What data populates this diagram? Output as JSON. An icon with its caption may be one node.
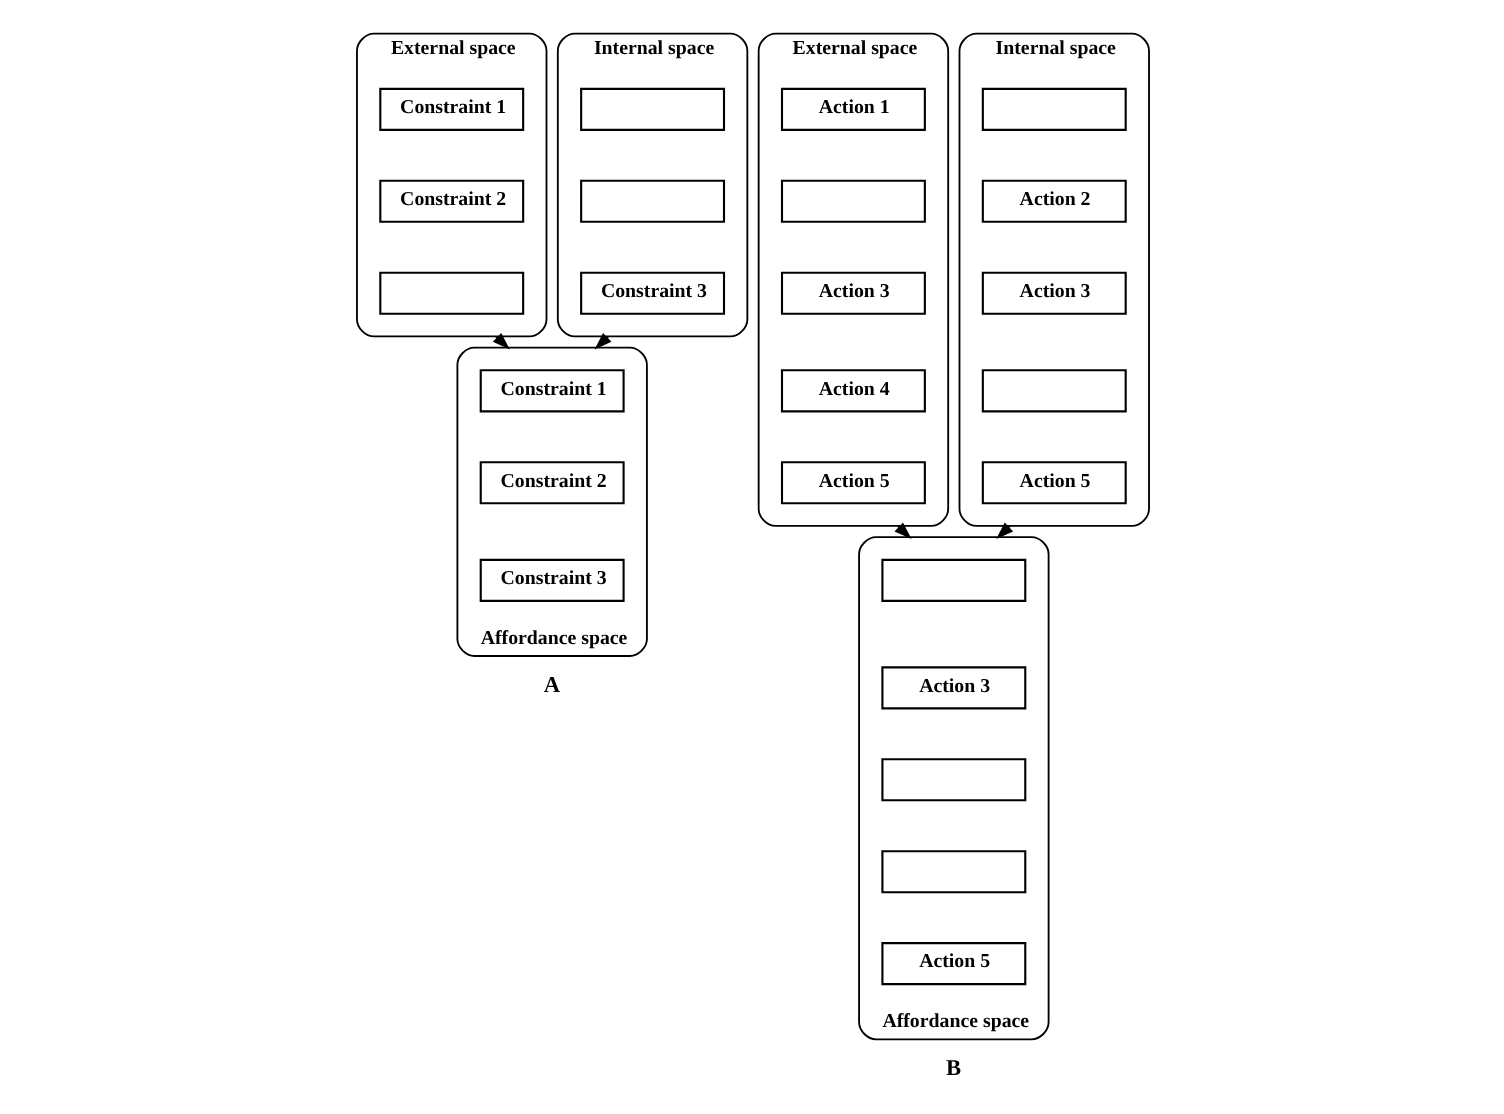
{
  "diagram": {
    "nodes": [
      {
        "text": [
          "External space"
        ]
      },
      {
        "text": [
          "Constraint 1"
        ],
        "in": 0
      },
      {
        "text": [
          "Constraint 2"
        ],
        "in": 0
      },
      {
        "text": [],
        "shape": "box",
        "in": 0
      },
      {
        "text": [
          "Internal space"
        ]
      },
      {
        "text": [],
        "shape": "box",
        "in": 4
      },
      {
        "text": [],
        "shape": "box",
        "in": 4
      },
      {
        "text": [
          "Constraint 3"
        ],
        "in": 4
      },
      {
        "text": [
          "Affordance space"
        ]
      },
      {
        "text": [
          "Constraint 1"
        ],
        "in": 8
      },
      {
        "text": [
          "Constraint 2"
        ],
        "in": 8
      },
      {
        "text": [
          "Constraint 3"
        ],
        "in": 8
      },
      {
        "text": [
          "External space"
        ]
      },
      {
        "text": [
          "Action 1"
        ],
        "in": 12
      },
      {
        "text": [],
        "shape": "box",
        "in": 12
      },
      {
        "text": [
          "Action 3"
        ],
        "in": 12
      },
      {
        "text": [
          "Action 4"
        ],
        "in": 12
      },
      {
        "text": [
          "Action 5"
        ],
        "in": 12
      },
      {
        "text": [
          "Internal space"
        ]
      },
      {
        "text": [],
        "shape": "box",
        "in": 18
      },
      {
        "text": [
          "Action 2"
        ],
        "in": 18
      },
      {
        "text": [
          "Action 3"
        ],
        "in": 18
      },
      {
        "text": [],
        "shape": "box",
        "in": 18
      },
      {
        "text": [
          "Action 5"
        ],
        "in": 18
      },
      {
        "text": [
          "Affordance space"
        ]
      },
      {
        "text": [],
        "shape": "box",
        "in": 24
      },
      {
        "text": [
          "Action 3"
        ],
        "in": 24
      },
      {
        "text": [],
        "shape": "box",
        "in": 24
      },
      {
        "text": [],
        "shape": "box",
        "in": 24
      },
      {
        "text": [
          "Action 5"
        ],
        "in": 24
      }
    ],
    "edges": [
      {
        "from": 0,
        "to": 8,
        "arrow": "to"
      },
      {
        "from": 4,
        "to": 8,
        "arrow": "to"
      },
      {
        "from": 12,
        "to": 24,
        "arrow": "to"
      },
      {
        "from": 18,
        "to": 24,
        "arrow": "to"
      }
    ],
    "labels": [
      "A",
      "B"
    ]
  }
}
